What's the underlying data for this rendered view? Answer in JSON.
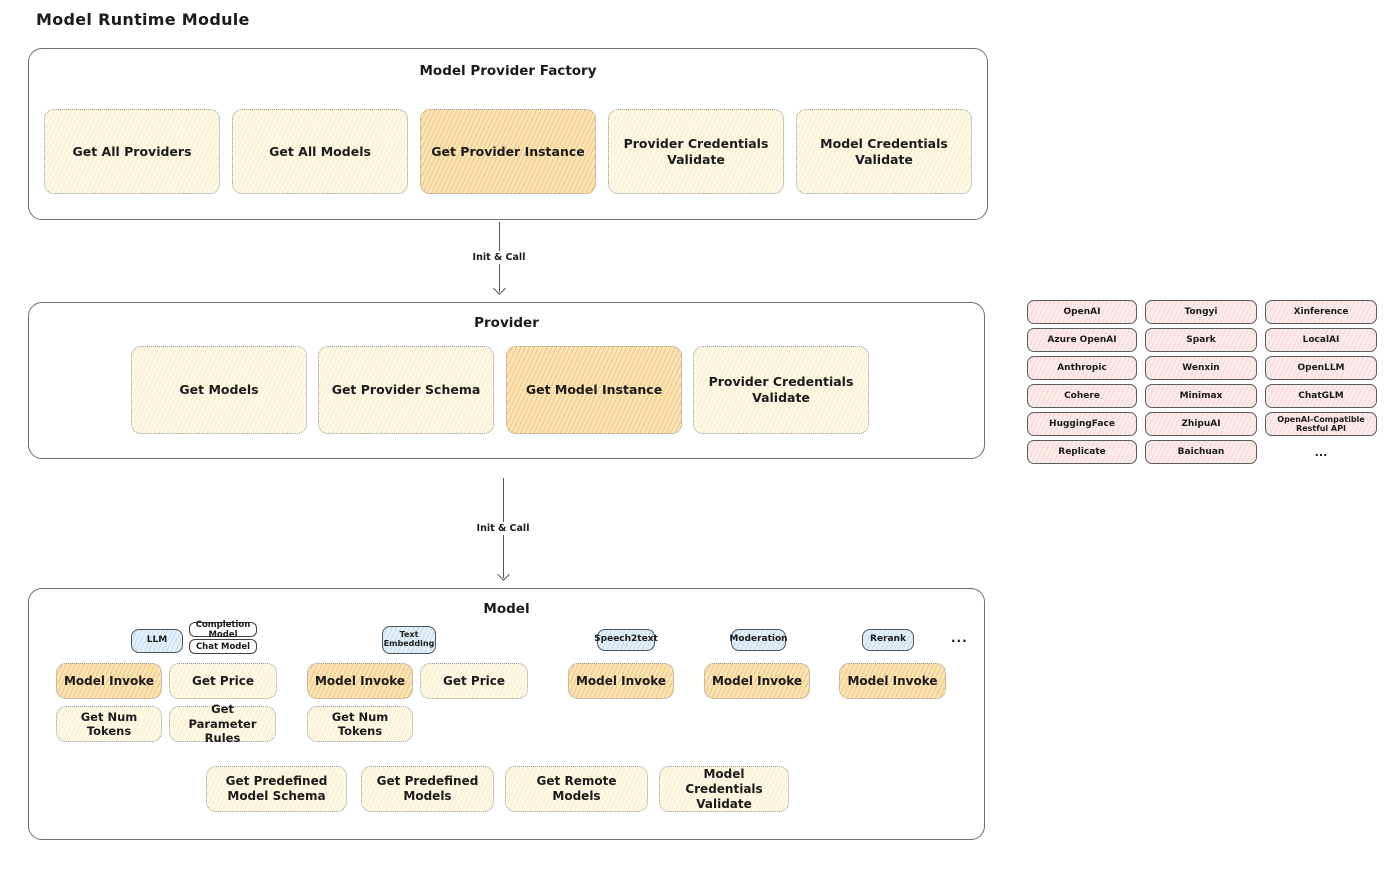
{
  "title": "Model Runtime Module",
  "colors": {
    "box_yellow": "#fdf9e6",
    "box_yellow_highlight": "#fbe7bd",
    "tag_blue": "#e3eff9",
    "provider_pink": "#fdecec",
    "container_border": "#6f6f6f",
    "text": "#1b1b1b"
  },
  "arrow1": {
    "label": "Init & Call"
  },
  "arrow2": {
    "label": "Init & Call"
  },
  "factory": {
    "title": "Model Provider Factory",
    "methods": [
      {
        "label": "Get All Providers",
        "highlighted": false
      },
      {
        "label": "Get All Models",
        "highlighted": false
      },
      {
        "label": "Get Provider Instance",
        "highlighted": true
      },
      {
        "label": "Provider Credentials Validate",
        "highlighted": false
      },
      {
        "label": "Model Credentials Validate",
        "highlighted": false
      }
    ]
  },
  "provider": {
    "title": "Provider",
    "methods": [
      {
        "label": "Get Models",
        "highlighted": false
      },
      {
        "label": "Get Provider Schema",
        "highlighted": false
      },
      {
        "label": "Get Model Instance",
        "highlighted": true
      },
      {
        "label": "Provider Credentials Validate",
        "highlighted": false
      }
    ]
  },
  "providers_list": {
    "columns": [
      [
        "OpenAI",
        "Azure OpenAI",
        "Anthropic",
        "Cohere",
        "HuggingFace",
        "Replicate"
      ],
      [
        "Tongyi",
        "Spark",
        "Wenxin",
        "Minimax",
        "ZhipuAI",
        "Baichuan"
      ],
      [
        "Xinference",
        "LocalAI",
        "OpenLLM",
        "ChatGLM",
        "OpenAI-Compatible Restful API"
      ]
    ],
    "more": "..."
  },
  "model": {
    "title": "Model",
    "more": "...",
    "groups": [
      {
        "tag": "LLM",
        "subtags": [
          "Completion Model",
          "Chat Model"
        ],
        "methods": [
          {
            "label": "Model Invoke",
            "highlighted": true
          },
          {
            "label": "Get Price",
            "highlighted": false
          },
          {
            "label": "Get Num Tokens",
            "highlighted": false
          },
          {
            "label": "Get Parameter Rules",
            "highlighted": false
          }
        ]
      },
      {
        "tag": "Text Embedding",
        "methods": [
          {
            "label": "Model Invoke",
            "highlighted": true
          },
          {
            "label": "Get Price",
            "highlighted": false
          },
          {
            "label": "Get Num Tokens",
            "highlighted": false
          }
        ]
      },
      {
        "tag": "Speech2text",
        "methods": [
          {
            "label": "Model Invoke",
            "highlighted": true
          }
        ]
      },
      {
        "tag": "Moderation",
        "methods": [
          {
            "label": "Model Invoke",
            "highlighted": true
          }
        ]
      },
      {
        "tag": "Rerank",
        "methods": [
          {
            "label": "Model Invoke",
            "highlighted": true
          }
        ]
      }
    ],
    "common_methods": [
      {
        "label": "Get Predefined Model Schema"
      },
      {
        "label": "Get Predefined Models"
      },
      {
        "label": "Get Remote Models"
      },
      {
        "label": "Model Credentials Validate"
      }
    ]
  }
}
